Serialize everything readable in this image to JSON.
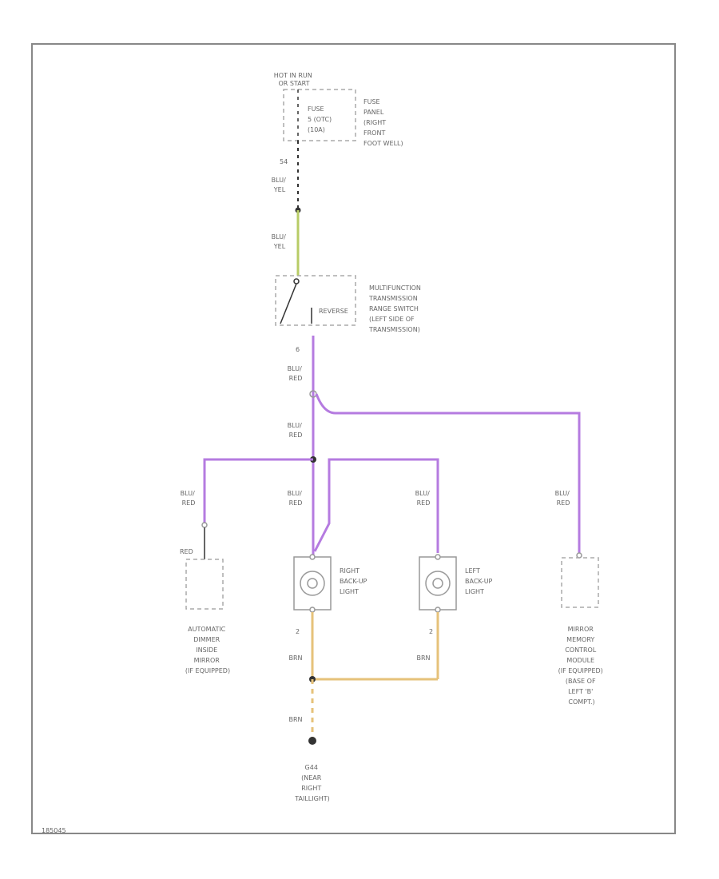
{
  "colors": {
    "border": "#888888",
    "dashed": "#aaaaaa",
    "wire_black": "#333333",
    "wire_blu_yel": "#b8cc66",
    "wire_blu_red": "#b57be0",
    "wire_brn": "#e6c27a",
    "lamp": "#999999"
  },
  "hot_label": [
    "HOT IN RUN",
    "OR START"
  ],
  "fuse": {
    "lines": [
      "FUSE",
      "5 (OTC)",
      "(10A)"
    ],
    "panel_label": [
      "FUSE",
      "PANEL",
      "(RIGHT",
      "FRONT",
      "FOOT WELL)"
    ]
  },
  "wires": {
    "pin_54": "54",
    "blu_yel_1": [
      "BLU/",
      "YEL"
    ],
    "blu_yel_2": [
      "BLU/",
      "YEL"
    ],
    "pin_6": "6",
    "blu_red_1": [
      "BLU/",
      "RED"
    ],
    "blu_red_2": [
      "BLU/",
      "RED"
    ],
    "blu_red_left": [
      "BLU/",
      "RED"
    ],
    "blu_red_center": [
      "BLU/",
      "RED"
    ],
    "blu_red_lbu": [
      "BLU/",
      "RED"
    ],
    "blu_red_right": [
      "BLU/",
      "RED"
    ],
    "red": "RED",
    "pin_2a": "2",
    "pin_2b": "2",
    "brn_1": "BRN",
    "brn_2": "BRN",
    "brn_3": "BRN"
  },
  "switch": {
    "label": [
      "MULTIFUNCTION",
      "TRANSMISSION",
      "RANGE SWITCH",
      "(LEFT SIDE OF",
      "TRANSMISSION)"
    ],
    "reverse": "REVERSE"
  },
  "components": {
    "right_lamp": [
      "RIGHT",
      "BACK-UP",
      "LIGHT"
    ],
    "left_lamp": [
      "LEFT",
      "BACK-UP",
      "LIGHT"
    ],
    "mirror": [
      "AUTOMATIC",
      "DIMMER",
      "INSIDE",
      "MIRROR",
      "(IF EQUIPPED)"
    ],
    "memory_module": [
      "MIRROR",
      "MEMORY",
      "CONTROL",
      "MODULE",
      "(IF EQUIPPED)",
      "(BASE OF",
      "LEFT 'B'",
      "COMPT.)"
    ],
    "ground": [
      "G44",
      "(NEAR",
      "RIGHT",
      "TAILLIGHT)"
    ]
  },
  "footer_code": "185045"
}
